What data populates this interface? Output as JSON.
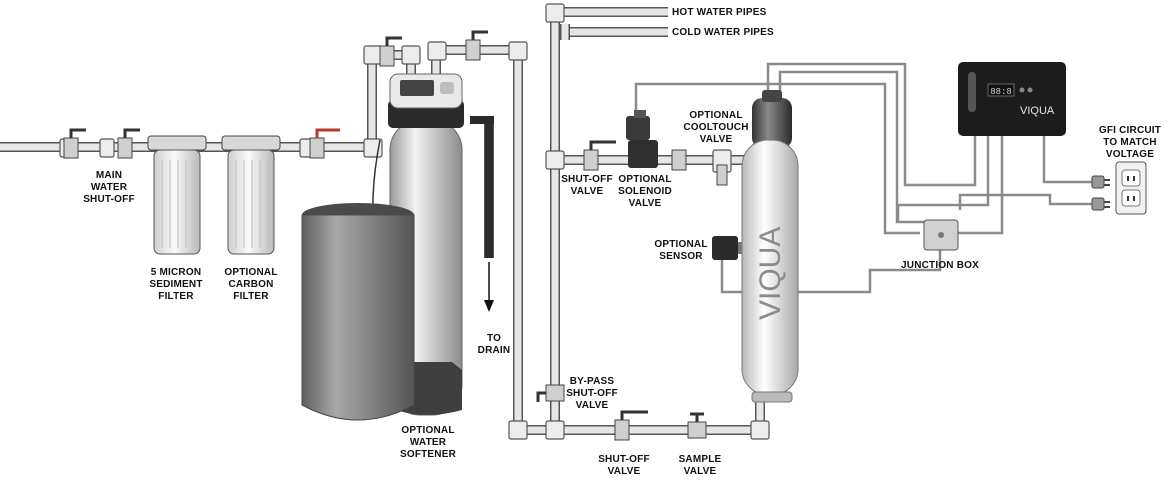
{
  "labels": {
    "hot_water_pipes": "HOT WATER PIPES",
    "cold_water_pipes": "COLD WATER PIPES",
    "main_shutoff": [
      "MAIN",
      "WATER",
      "SHUT-OFF"
    ],
    "sediment_filter": [
      "5 MICRON",
      "SEDIMENT",
      "FILTER"
    ],
    "carbon_filter": [
      "OPTIONAL",
      "CARBON",
      "FILTER"
    ],
    "to_drain": [
      "TO",
      "DRAIN"
    ],
    "water_softener": [
      "OPTIONAL",
      "WATER",
      "SOFTENER"
    ],
    "shutoff_valve_top": [
      "SHUT-OFF",
      "VALVE"
    ],
    "solenoid_valve": [
      "OPTIONAL",
      "SOLENOID",
      "VALVE"
    ],
    "cooltouch_valve": [
      "OPTIONAL",
      "COOLTOUCH",
      "VALVE"
    ],
    "sensor": [
      "OPTIONAL",
      "SENSOR"
    ],
    "bypass_valve": [
      "BY-PASS",
      "SHUT-OFF",
      "VALVE"
    ],
    "shutoff_valve_bottom": [
      "SHUT-OFF",
      "VALVE"
    ],
    "sample_valve": [
      "SAMPLE",
      "VALVE"
    ],
    "junction_box": "JUNCTION BOX",
    "gfi_circuit": [
      "GFI CIRCUIT",
      "TO MATCH",
      "VOLTAGE"
    ]
  },
  "branding": {
    "uv_chamber_logo": "VIQUA",
    "controller_logo": "VIQUA",
    "controller_display": "88:8"
  },
  "colors": {
    "pipe": "#dcdcdc",
    "pipe_outline": "#555555",
    "cable": "#8a8a8a",
    "controller": "#1c1c1c",
    "softener_tank": "#777777",
    "valve_handle": "#b83a2a"
  }
}
